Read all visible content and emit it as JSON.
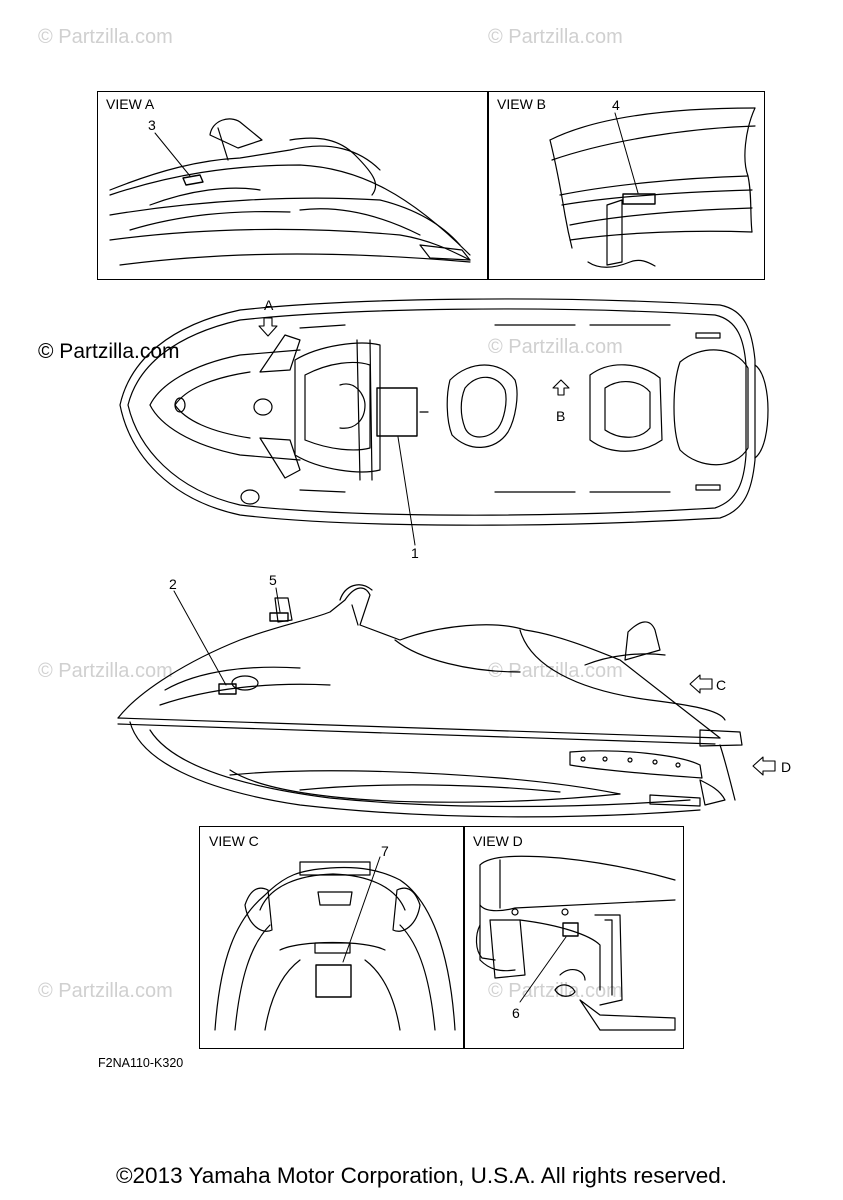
{
  "watermark": {
    "text": "© Partzilla.com"
  },
  "views": {
    "a": {
      "title": "VIEW A"
    },
    "b": {
      "title": "VIEW B"
    },
    "c": {
      "title": "VIEW C"
    },
    "d": {
      "title": "VIEW D"
    }
  },
  "callouts": [
    "1",
    "2",
    "3",
    "4",
    "5",
    "6",
    "7"
  ],
  "arrow_labels": {
    "a": "A",
    "b": "B",
    "c": "C",
    "d": "D"
  },
  "drawing_code": "F2NA110-K320",
  "copyright": "©2013 Yamaha Motor Corporation, U.S.A. All rights reserved."
}
